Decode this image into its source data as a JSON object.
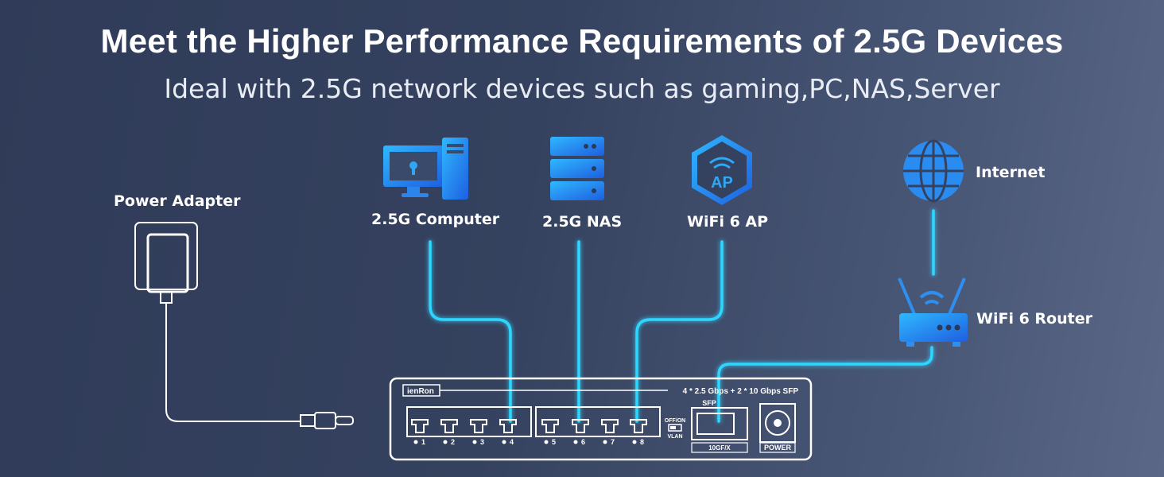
{
  "header": {
    "title": "Meet the Higher Performance Requirements of 2.5G Devices",
    "subtitle": "Ideal with 2.5G network devices such as gaming,PC,NAS,Server"
  },
  "devices": {
    "computer": {
      "label": "2.5G Computer",
      "icon": "computer-icon"
    },
    "nas": {
      "label": "2.5G NAS",
      "icon": "nas-icon"
    },
    "ap": {
      "label": "WiFi 6 AP",
      "icon": "wifi-ap-icon",
      "icon_text": "AP"
    },
    "internet": {
      "label": "Internet",
      "icon": "globe-icon"
    },
    "router": {
      "label": "WiFi 6 Router",
      "icon": "router-icon"
    },
    "adapter": {
      "label": "Power Adapter",
      "icon": "power-adapter-icon"
    }
  },
  "switch": {
    "brand": "ienRon",
    "spec": "4 * 2.5 Gbps + 2 * 10 Gbps SFP",
    "port_numbers": [
      "1",
      "2",
      "3",
      "4",
      "5",
      "6",
      "7",
      "8"
    ],
    "vlan_top": "OFF/ON",
    "vlan_bottom": "VLAN",
    "sfp_label": "SFP",
    "sfp_speed": "10GF/X",
    "power_label": "POWER"
  },
  "colors": {
    "cable": "#2fd6ff",
    "icon_blue": "#2e8ff0",
    "background": "#35425f"
  }
}
